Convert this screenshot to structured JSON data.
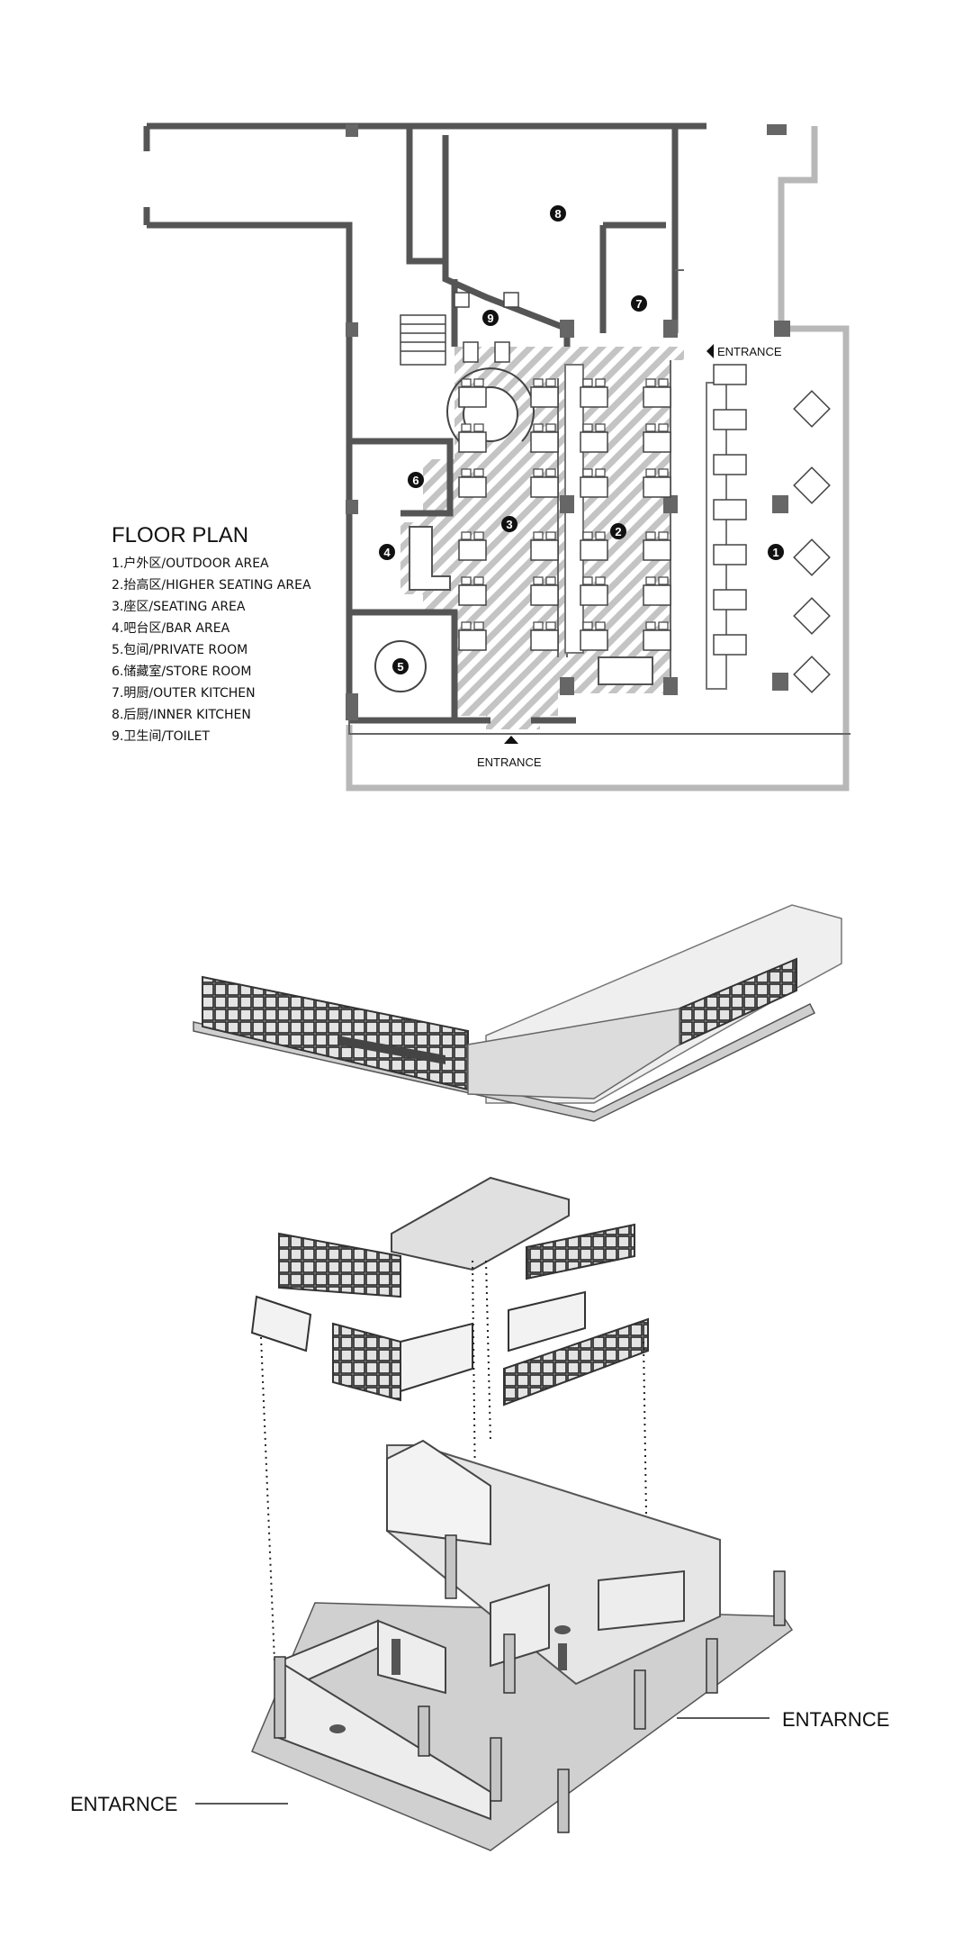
{
  "floor_plan": {
    "title": "FLOOR PLAN",
    "legend": [
      "1.户外区/OUTDOOR AREA",
      "2.抬高区/HIGHER SEATING AREA",
      "3.座区/SEATING AREA",
      "4.吧台区/BAR AREA",
      "5.包间/PRIVATE ROOM",
      "6.储藏室/STORE ROOM",
      "7.明厨/OUTER KITCHEN",
      "8.后厨/INNER KITCHEN",
      "9.卫生间/TOILET"
    ],
    "zone_numbers": [
      "1",
      "2",
      "3",
      "4",
      "5",
      "6",
      "7",
      "8",
      "9"
    ],
    "entrance_right": "ENTRANCE",
    "entrance_bottom": "ENTRANCE"
  },
  "exploded_axonometric": {
    "entrance_right": "ENTARNCE",
    "entrance_left": "ENTARNCE"
  },
  "colors": {
    "wall": "#555555",
    "light_wall": "#b5b5b5",
    "hatch": "#bdbdbd",
    "marker": "#111111"
  }
}
